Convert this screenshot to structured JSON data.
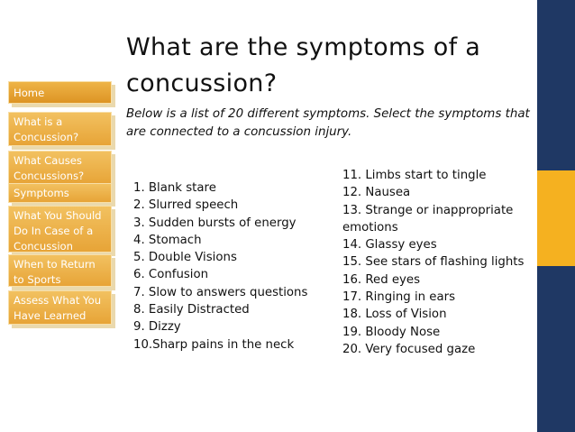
{
  "slide": {
    "title": "What are the symptoms of a concussion?",
    "subtitle": "Below is a list of 20 different symptoms.  Select the symptoms that are connected to a concussion injury."
  },
  "nav": {
    "home": "Home",
    "items": [
      "What is a Concussion?",
      "What Causes Concussions?",
      "Symptoms",
      "What You Should Do In Case of a Concussion",
      "When to Return to Sports",
      "Assess What You Have Learned"
    ]
  },
  "symptoms_left": [
    "1. Blank stare",
    "2. Slurred speech",
    "3. Sudden bursts of energy",
    "4. Stomach",
    "5. Double Visions",
    "6. Confusion",
    "7. Slow to answers questions",
    "8. Easily Distracted",
    "9. Dizzy",
    "10.Sharp pains in the neck"
  ],
  "symptoms_right": [
    "11. Limbs start to tingle",
    "12. Nausea",
    "13. Strange or inappropriate emotions",
    "14. Glassy eyes",
    "15. See stars of flashing lights",
    "16. Red eyes",
    "17. Ringing in ears",
    "18. Loss of Vision",
    "19. Bloody Nose",
    "20. Very focused gaze"
  ],
  "colors": {
    "nav_button": "#e9a93c",
    "side_bar": "#1f3864",
    "side_accent": "#f5b120"
  }
}
